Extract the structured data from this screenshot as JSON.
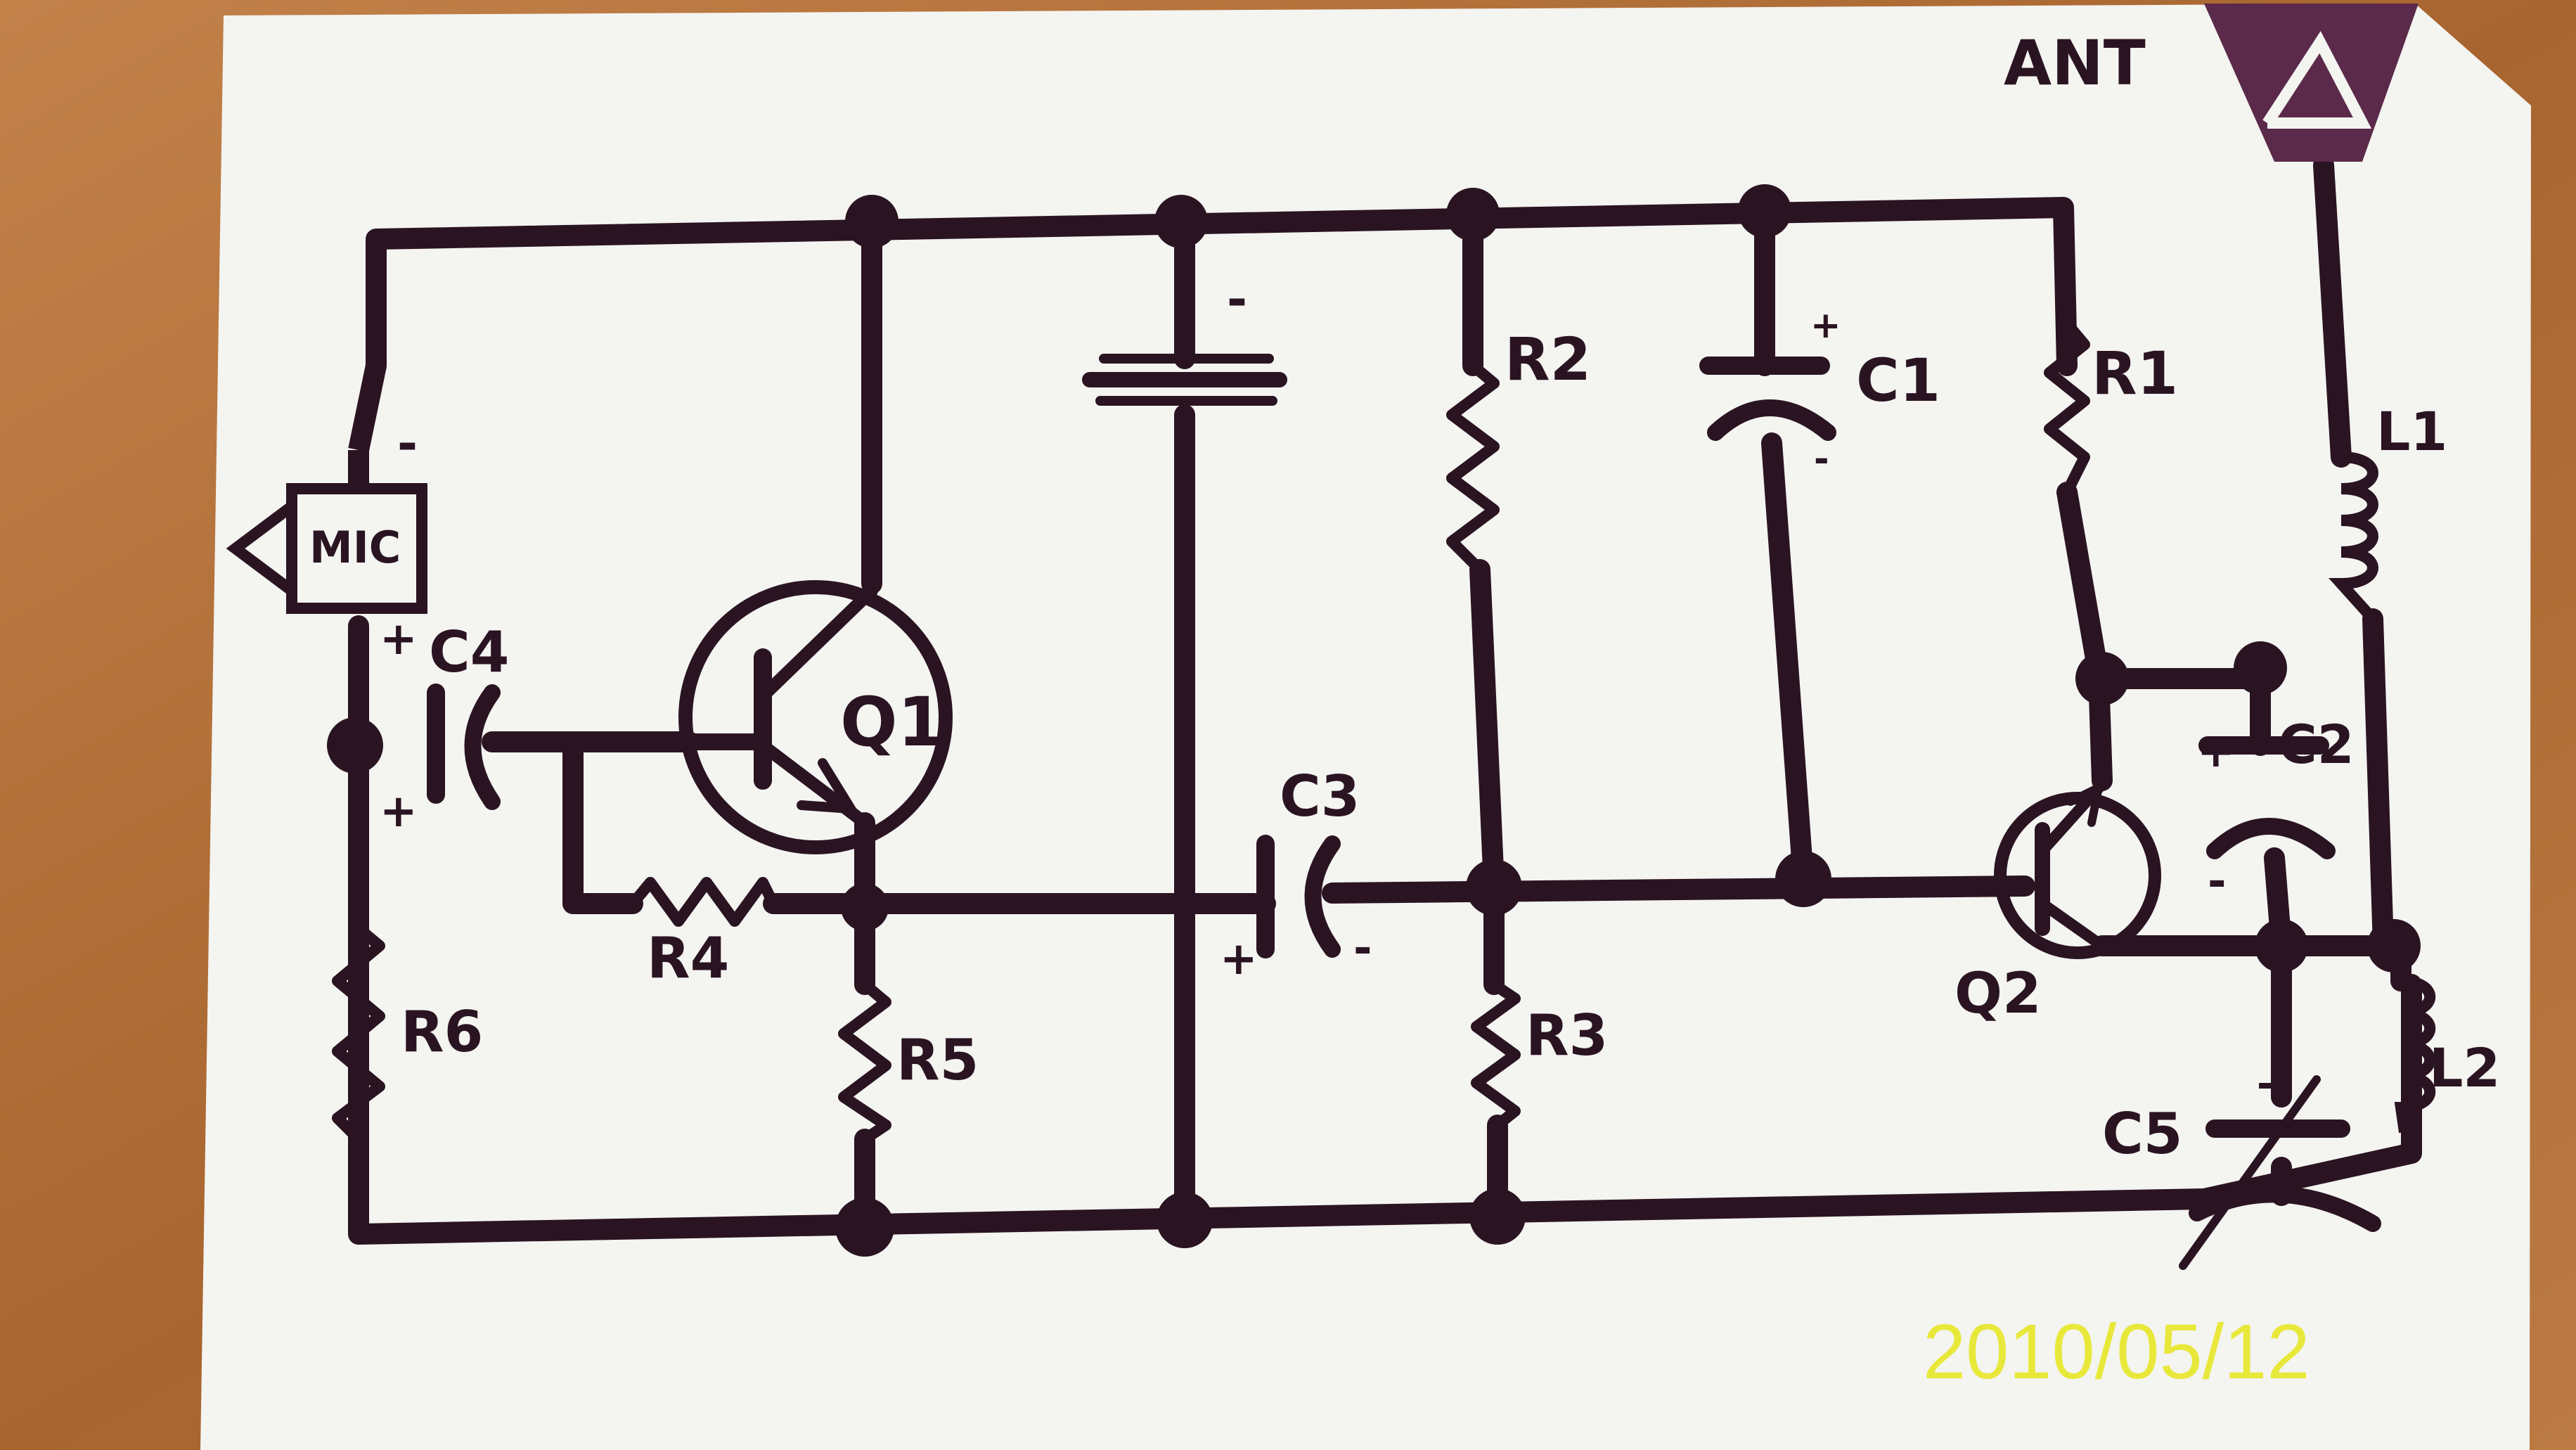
{
  "diagram": {
    "labels": {
      "antenna": "ANT",
      "mic": "MIC",
      "q1": "Q1",
      "q2": "Q2",
      "r1": "R1",
      "r2": "R2",
      "r3": "R3",
      "r4": "R4",
      "r5": "R5",
      "r6": "R6",
      "c1": "C1",
      "c2": "C2",
      "c3": "C3",
      "c4": "C4",
      "c5": "C5",
      "l1": "L1",
      "l2": "L2"
    },
    "polarity": {
      "plus": "+",
      "minus": "-"
    }
  },
  "photo": {
    "date_stamp": "2010/05/12",
    "colors": {
      "ink": "#2a1422",
      "paper": "#f4f4f1",
      "table": "#b4713a",
      "stamp": "#e8e83a"
    }
  }
}
